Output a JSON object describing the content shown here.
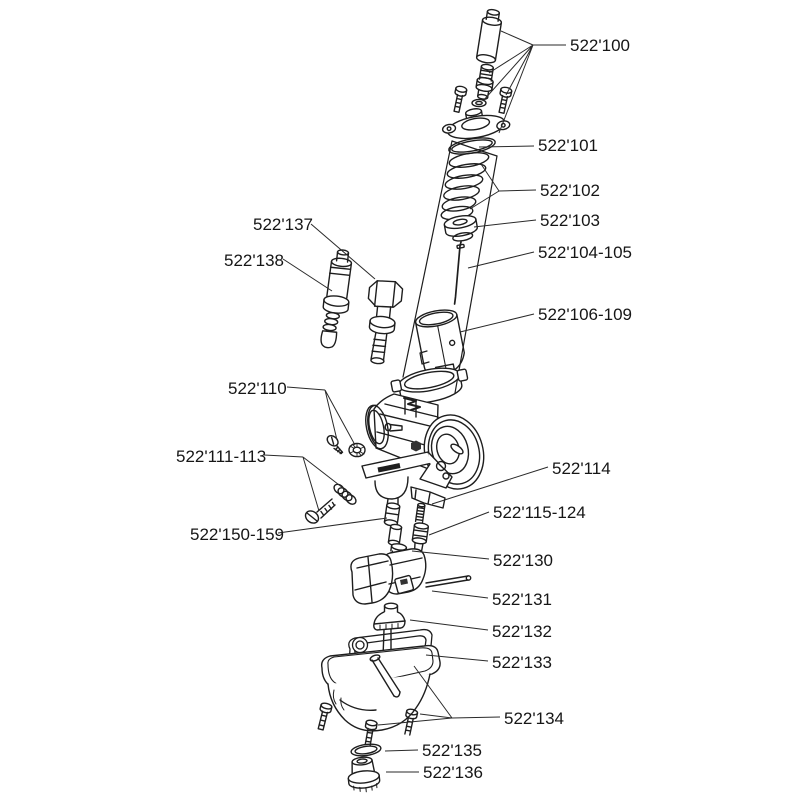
{
  "diagram": {
    "type": "exploded-parts-diagram",
    "subject": "carburetor",
    "line_color": "#1e1e1e",
    "background": "#ffffff",
    "labels": [
      {
        "id": "part-522-100",
        "text": "522'100"
      },
      {
        "id": "part-522-101",
        "text": "522'101"
      },
      {
        "id": "part-522-102",
        "text": "522'102"
      },
      {
        "id": "part-522-103",
        "text": "522'103"
      },
      {
        "id": "part-522-104-105",
        "text": "522'104-105"
      },
      {
        "id": "part-522-106-109",
        "text": "522'106-109"
      },
      {
        "id": "part-522-137",
        "text": "522'137"
      },
      {
        "id": "part-522-138",
        "text": "522'138"
      },
      {
        "id": "part-522-110",
        "text": "522'110"
      },
      {
        "id": "part-522-111-113",
        "text": "522'111-113"
      },
      {
        "id": "part-522-114",
        "text": "522'114"
      },
      {
        "id": "part-522-115-124",
        "text": "522'115-124"
      },
      {
        "id": "part-522-150-159",
        "text": "522'150-159"
      },
      {
        "id": "part-522-130",
        "text": "522'130"
      },
      {
        "id": "part-522-131",
        "text": "522'131"
      },
      {
        "id": "part-522-132",
        "text": "522'132"
      },
      {
        "id": "part-522-133",
        "text": "522'133"
      },
      {
        "id": "part-522-134",
        "text": "522'134"
      },
      {
        "id": "part-522-135",
        "text": "522'135"
      },
      {
        "id": "part-522-136",
        "text": "522'136"
      }
    ]
  }
}
